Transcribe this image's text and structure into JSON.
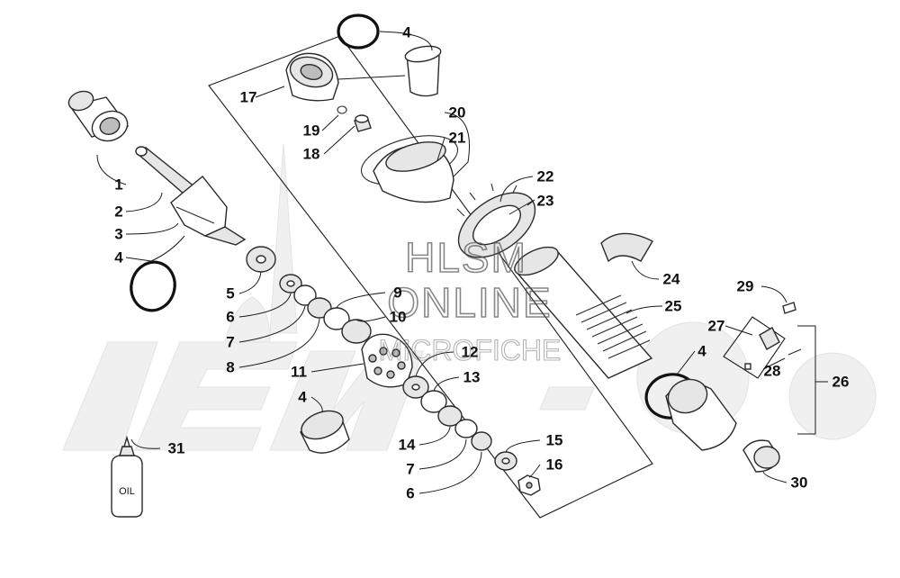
{
  "watermark": {
    "line1": "HLSM",
    "line2": "ONLINE",
    "line3": "MICROFICHE"
  },
  "oil_bottle_label": "OIL",
  "callouts": [
    {
      "id": "c1",
      "label": "1"
    },
    {
      "id": "c2",
      "label": "2"
    },
    {
      "id": "c3",
      "label": "3"
    },
    {
      "id": "c4a",
      "label": "4"
    },
    {
      "id": "c4b",
      "label": "4"
    },
    {
      "id": "c4c",
      "label": "4"
    },
    {
      "id": "c4d",
      "label": "4"
    },
    {
      "id": "c5",
      "label": "5"
    },
    {
      "id": "c6a",
      "label": "6"
    },
    {
      "id": "c6b",
      "label": "6"
    },
    {
      "id": "c7a",
      "label": "7"
    },
    {
      "id": "c7b",
      "label": "7"
    },
    {
      "id": "c8",
      "label": "8"
    },
    {
      "id": "c9",
      "label": "9"
    },
    {
      "id": "c10",
      "label": "10"
    },
    {
      "id": "c11",
      "label": "11"
    },
    {
      "id": "c12",
      "label": "12"
    },
    {
      "id": "c13",
      "label": "13"
    },
    {
      "id": "c14",
      "label": "14"
    },
    {
      "id": "c15",
      "label": "15"
    },
    {
      "id": "c16",
      "label": "16"
    },
    {
      "id": "c17",
      "label": "17"
    },
    {
      "id": "c18",
      "label": "18"
    },
    {
      "id": "c19",
      "label": "19"
    },
    {
      "id": "c20",
      "label": "20"
    },
    {
      "id": "c21",
      "label": "21"
    },
    {
      "id": "c22",
      "label": "22"
    },
    {
      "id": "c23",
      "label": "23"
    },
    {
      "id": "c24",
      "label": "24"
    },
    {
      "id": "c25",
      "label": "25"
    },
    {
      "id": "c26",
      "label": "26"
    },
    {
      "id": "c27",
      "label": "27"
    },
    {
      "id": "c28",
      "label": "28"
    },
    {
      "id": "c29",
      "label": "29"
    },
    {
      "id": "c30",
      "label": "30"
    },
    {
      "id": "c31",
      "label": "31"
    }
  ]
}
